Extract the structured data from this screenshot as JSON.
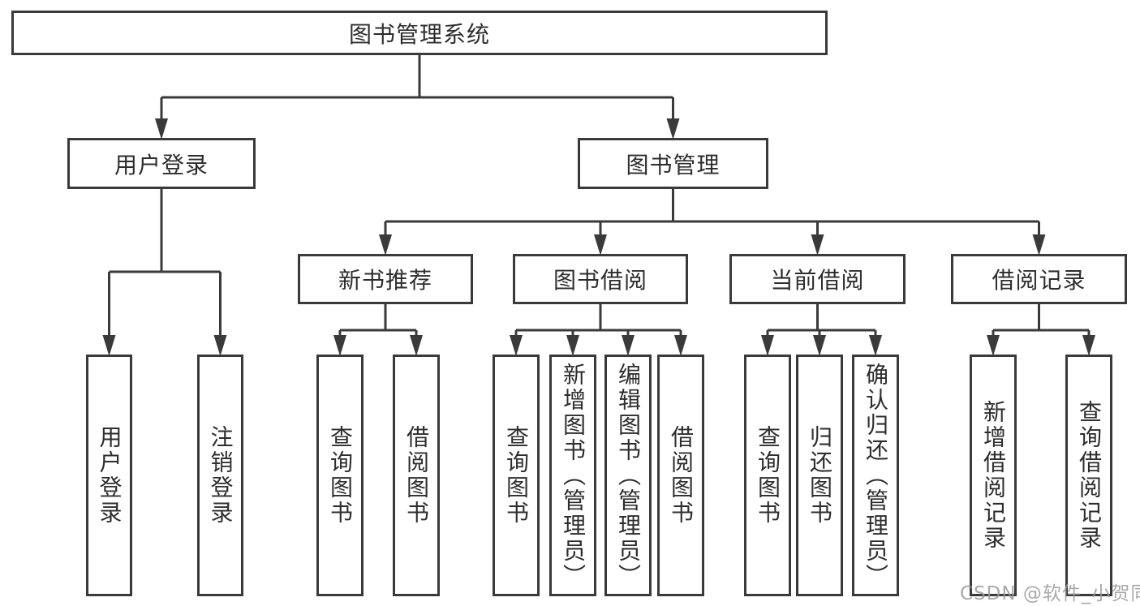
{
  "diagram": {
    "tree": {
      "id": "system",
      "label": "图书管理系统",
      "children": [
        {
          "id": "user-login-group",
          "label": "用户登录",
          "children": [
            {
              "id": "login",
              "label": "用户登录"
            },
            {
              "id": "logout",
              "label": "注销登录"
            }
          ]
        },
        {
          "id": "book-mgmt",
          "label": "图书管理",
          "children": [
            {
              "id": "new-book-rec",
              "label": "新书推荐",
              "children": [
                {
                  "id": "nb-query",
                  "label": "查询图书"
                },
                {
                  "id": "nb-borrow",
                  "label": "借阅图书"
                }
              ]
            },
            {
              "id": "book-borrow",
              "label": "图书借阅",
              "children": [
                {
                  "id": "bb-query",
                  "label": "查询图书"
                },
                {
                  "id": "bb-add",
                  "label": "新增图书（管理员）"
                },
                {
                  "id": "bb-edit",
                  "label": "编辑图书（管理员）"
                },
                {
                  "id": "bb-borrow",
                  "label": "借阅图书"
                }
              ]
            },
            {
              "id": "current-borrow",
              "label": "当前借阅",
              "children": [
                {
                  "id": "cb-query",
                  "label": "查询图书"
                },
                {
                  "id": "cb-return",
                  "label": "归还图书"
                },
                {
                  "id": "cb-confirm",
                  "label": "确认归还（管理员）"
                }
              ]
            },
            {
              "id": "borrow-records",
              "label": "借阅记录",
              "children": [
                {
                  "id": "br-add",
                  "label": "新增借阅记录"
                },
                {
                  "id": "br-query",
                  "label": "查询借阅记录"
                }
              ]
            }
          ]
        }
      ]
    },
    "watermark": {
      "text": "CSDN @软件_小贺同学"
    },
    "colors": {
      "line": "#3a3a3a",
      "text": "#2d2d2d",
      "watermark": "#9b9b9b",
      "background": "#ffffff"
    }
  }
}
